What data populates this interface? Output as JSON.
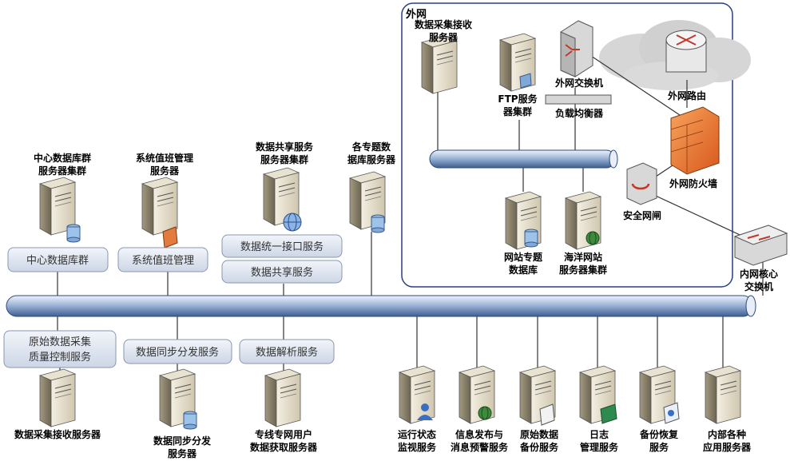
{
  "zone": {
    "label": "外网"
  },
  "servers": {
    "ext_collect": [
      "数据采集接收",
      "服务器"
    ],
    "ftp": [
      "FTP服务",
      "器集群"
    ],
    "web_db": [
      "网站专题",
      "数据库"
    ],
    "ocean_web": [
      "海洋网站",
      "服务器集群"
    ],
    "central_db": [
      "中心数据库群",
      "服务器集群"
    ],
    "duty": [
      "系统值班管理",
      "服务器"
    ],
    "share": [
      "数据共享服务",
      "服务器集群"
    ],
    "topic_db": [
      "各专题数",
      "据库服务器"
    ],
    "collect_recv": [
      "数据采集接收服务器"
    ],
    "sync": [
      "数据同步分发",
      "服务器"
    ],
    "dedicated": [
      "专线专网用户",
      "数据获取服务器"
    ],
    "monitor": [
      "运行状态",
      "监视服务"
    ],
    "publish": [
      "信息发布与",
      "消息预警服务"
    ],
    "backup_raw": [
      "原始数据",
      "备份服务"
    ],
    "log": [
      "日志",
      "管理服务"
    ],
    "restore": [
      "备份恢复",
      "服务"
    ],
    "internal": [
      "内部各种",
      "应用服务器"
    ]
  },
  "devices": {
    "ext_switch": "外网交换机",
    "load_balancer": "负载均衡器",
    "ext_router": "外网路由",
    "firewall": "外网防火墙",
    "gateway": "安全网闸",
    "core_switch": [
      "内网核心",
      "交换机"
    ]
  },
  "service_boxes": {
    "central_db": "中心数据库群",
    "duty": "系统值班管理",
    "unified_api": "数据统一接口服务",
    "data_share": "数据共享服务",
    "qc": [
      "原始数据采集",
      "质量控制服务"
    ],
    "sync": "数据同步分发服务",
    "parse": "数据解析服务"
  }
}
